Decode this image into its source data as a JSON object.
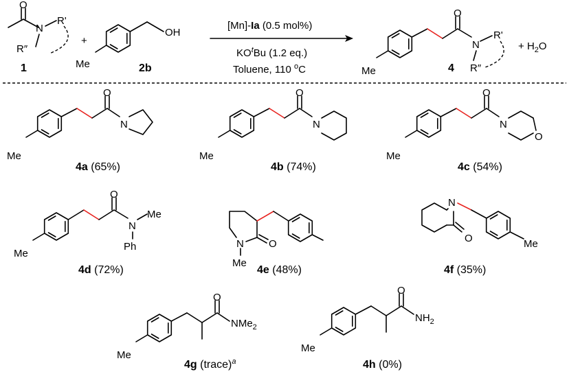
{
  "reaction": {
    "reagent_1_label": "1",
    "reagent_2_label": "2b",
    "product_label": "4",
    "plus": "+",
    "byproduct_prefix": "+ ",
    "byproduct": "H",
    "byproduct_sub": "2",
    "byproduct_end": "O",
    "cond_line1_a": "[Mn]-",
    "cond_line1_b": "Ia",
    "cond_line1_c": " (0.5 mol%)",
    "cond_line2_a": "KO",
    "cond_line2_t": "t",
    "cond_line2_b": "Bu (1.2 eq.)",
    "cond_line3_a": "Toluene, 110 ",
    "cond_line3_o": "o",
    "cond_line3_b": "C"
  },
  "atoms": {
    "O": "O",
    "N": "N",
    "OH": "OH",
    "Me": "Me",
    "Rp": "R'",
    "Rpp": "R″",
    "Ph": "Ph",
    "NMe": "NMe",
    "NMe_sub": "2",
    "NH": "NH",
    "NH_sub": "2"
  },
  "products": [
    {
      "id": "4a",
      "yield": " (65%)"
    },
    {
      "id": "4b",
      "yield": " (74%)"
    },
    {
      "id": "4c",
      "yield": " (54%)"
    },
    {
      "id": "4d",
      "yield": " (72%)"
    },
    {
      "id": "4e",
      "yield": " (48%)"
    },
    {
      "id": "4f",
      "yield": " (35%)"
    },
    {
      "id": "4g",
      "yield": " (trace)",
      "note": "a"
    },
    {
      "id": "4h",
      "yield": " (0%)"
    }
  ]
}
